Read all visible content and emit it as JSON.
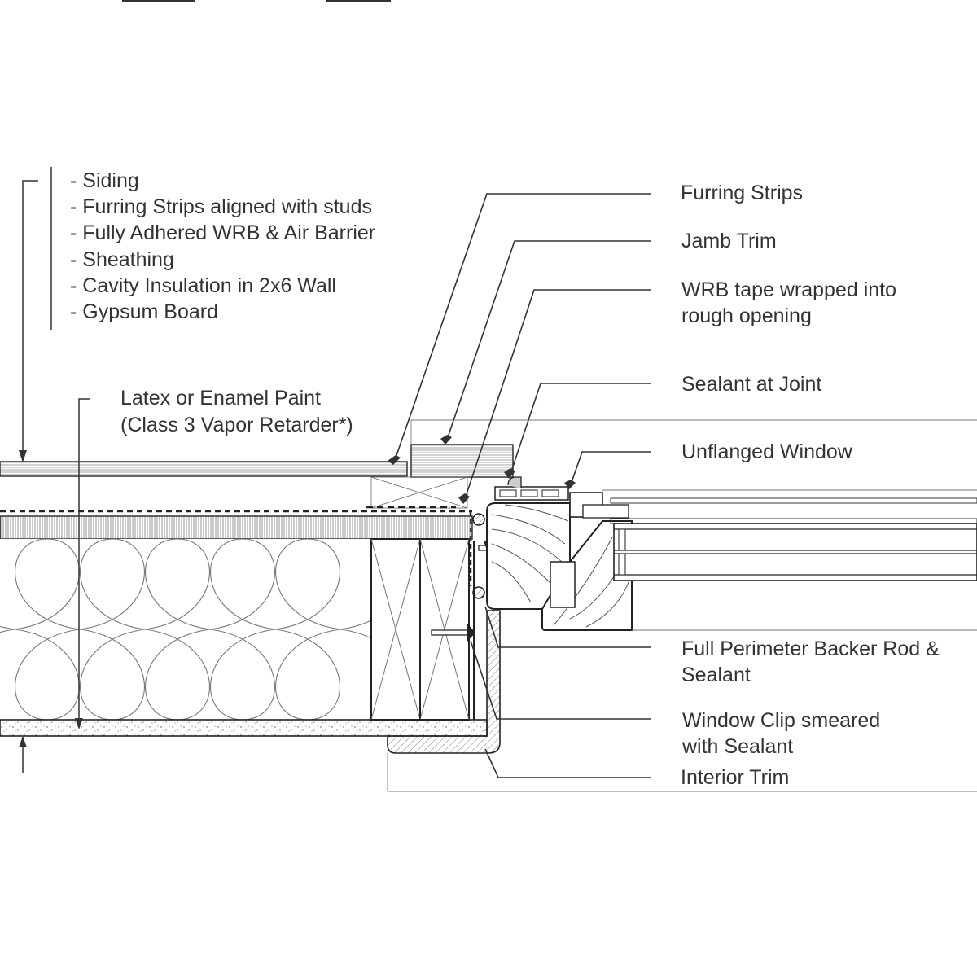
{
  "wall_assembly": [
    "- Siding",
    "- Furring Strips aligned with studs",
    "- Fully Adhered WRB & Air Barrier",
    "- Sheathing",
    "- Cavity Insulation in 2x6 Wall",
    "- Gypsum Board"
  ],
  "paint_note": [
    "Latex or Enamel Paint",
    "(Class 3 Vapor Retarder*)"
  ],
  "callouts": {
    "furring_strips": [
      "Furring Strips"
    ],
    "jamb_trim": [
      "Jamb Trim"
    ],
    "wrb_tape": [
      "WRB tape wrapped into",
      "rough opening"
    ],
    "sealant_joint": [
      "Sealant at Joint"
    ],
    "unflanged_window": [
      "Unflanged Window"
    ],
    "backer_rod": [
      "Full Perimeter Backer Rod &",
      "Sealant"
    ],
    "window_clip": [
      "Window Clip smeared",
      "with Sealant"
    ],
    "interior_trim": [
      "Interior Trim"
    ]
  },
  "colors": {
    "line": "#333333",
    "text": "#333333",
    "background": "#ffffff"
  }
}
